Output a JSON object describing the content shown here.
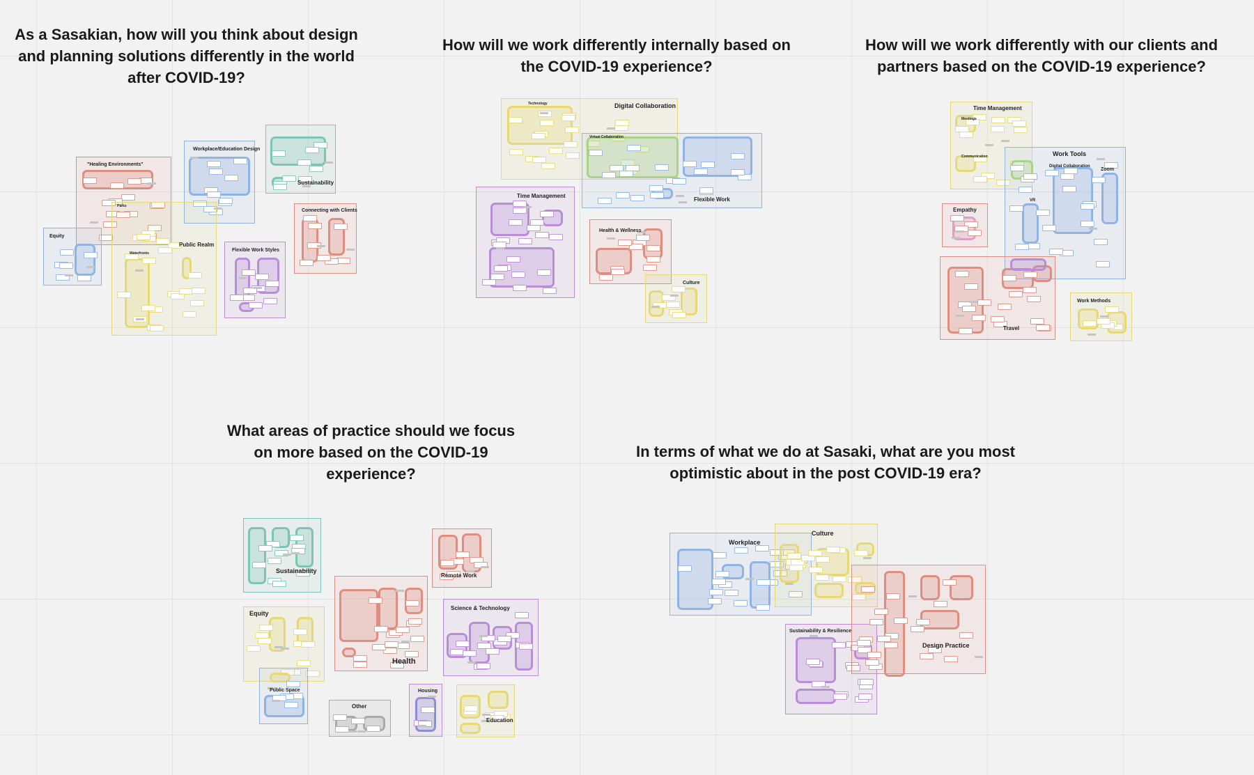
{
  "questions": [
    {
      "id": "q1",
      "text": "As a Sasakian, how will you think about design and planning solutions differently in the world after COVID-19?"
    },
    {
      "id": "q2",
      "text": "How will we work differently internally based on the COVID-19 experience?"
    },
    {
      "id": "q3",
      "text": "How will we work differently with our clients and partners based on the COVID-19 experience?"
    },
    {
      "id": "q4",
      "text": "What areas of practice should we focus on more based on the COVID-19 experience?"
    },
    {
      "id": "q5",
      "text": "In terms of what we do at Sasaki, what are you most optimistic about in the post COVID-19 era?"
    }
  ],
  "frames": [
    {
      "label": "\"Healing Environments\"",
      "color": "salmon"
    },
    {
      "label": "Workplace/Education Design",
      "color": "blue"
    },
    {
      "label": "Sustainability",
      "color": "teal"
    },
    {
      "label": "Equity",
      "color": "blue"
    },
    {
      "label": "Public Realm",
      "color": "yellow"
    },
    {
      "label": "Flexible Work Styles",
      "color": "purple"
    },
    {
      "label": "Connecting with Clients",
      "color": "salmon"
    },
    {
      "label": "Digital Collaboration",
      "color": "yellow"
    },
    {
      "label": "Flexible Work",
      "color": "blue"
    },
    {
      "label": "Time Management",
      "color": "purple"
    },
    {
      "label": "Health & Wellness",
      "color": "salmon"
    },
    {
      "label": "Culture",
      "color": "yellow"
    },
    {
      "label": "Time Management",
      "color": "yellow"
    },
    {
      "label": "Work Tools",
      "color": "blue"
    },
    {
      "label": "Empathy",
      "color": "salmon"
    },
    {
      "label": "Travel",
      "color": "salmon"
    },
    {
      "label": "Work Methods",
      "color": "yellow"
    },
    {
      "label": "Sustainability",
      "color": "teal"
    },
    {
      "label": "Equity",
      "color": "yellow"
    },
    {
      "label": "Public Space",
      "color": "blue"
    },
    {
      "label": "Remote Work",
      "color": "salmon"
    },
    {
      "label": "Health",
      "color": "salmon"
    },
    {
      "label": "Science & Technology",
      "color": "purple"
    },
    {
      "label": "Other",
      "color": "gray"
    },
    {
      "label": "Housing",
      "color": "purple"
    },
    {
      "label": "Education",
      "color": "yellow"
    },
    {
      "label": "Workplace",
      "color": "blue"
    },
    {
      "label": "Culture",
      "color": "yellow"
    },
    {
      "label": "Sustainability & Resilience",
      "color": "purple"
    },
    {
      "label": "Design Practice",
      "color": "salmon"
    }
  ],
  "sublabels": [
    {
      "label": "Parks",
      "color": "yellow"
    },
    {
      "label": "Waterfronts",
      "color": "yellow"
    },
    {
      "label": "Technology",
      "color": "yellow"
    },
    {
      "label": "Virtual Collaboration",
      "color": "green"
    },
    {
      "label": "Meetings",
      "color": "yellow"
    },
    {
      "label": "Communication",
      "color": "yellow"
    },
    {
      "label": "Digital Collaboration",
      "color": "blue"
    },
    {
      "label": "Zoom",
      "color": "blue"
    },
    {
      "label": "VR",
      "color": "blue"
    }
  ],
  "colors": {
    "salmon": "#de8d81",
    "blue": "#8fb3e3",
    "teal": "#7cc4b4",
    "yellow": "#e6d877",
    "purple": "#b98cd6",
    "green": "#a7d487",
    "gray": "#a9a9a9",
    "pink": "#df9ec9",
    "indigo": "#8e8fd0"
  }
}
